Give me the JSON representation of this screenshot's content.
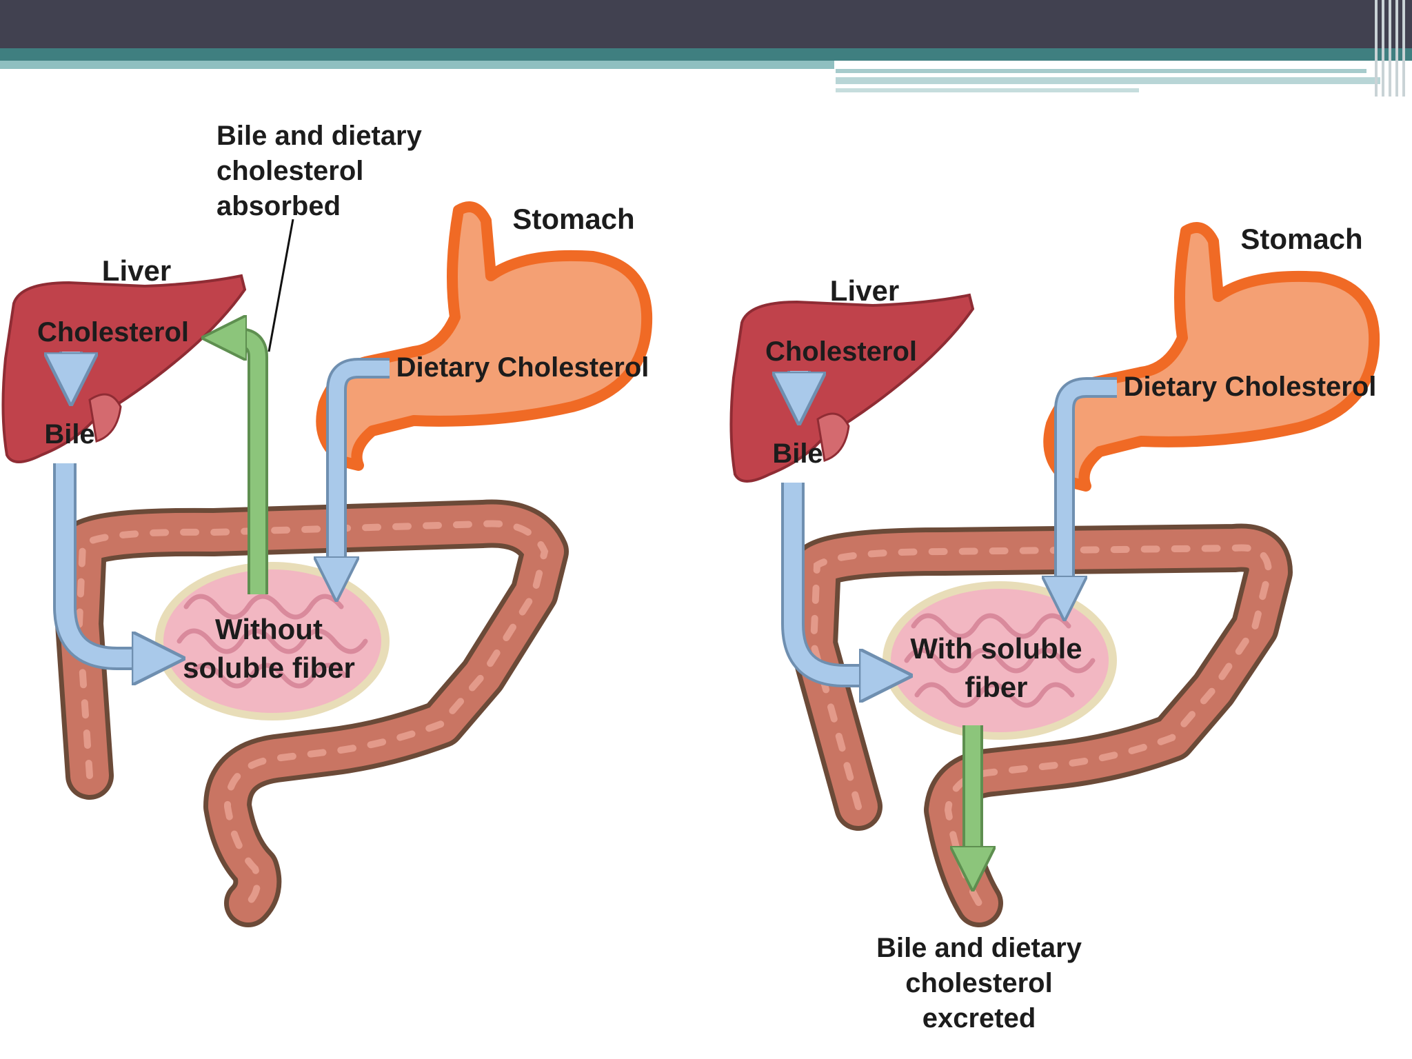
{
  "colors": {
    "header_dark": "#414150",
    "header_teal": "#3f7f80",
    "liver": "#c0424b",
    "stomach_outline": "#f06a25",
    "stomach_fill": "#f4a074",
    "colon": "#c97563",
    "small_intestine": "#f2b7c2",
    "arrow_blue": "#a9c9ea",
    "arrow_green": "#8cc57b"
  },
  "left_panel": {
    "stomach_label": "Stomach",
    "liver_label": "Liver",
    "cholesterol_label": "Cholesterol",
    "bile_label": "Bile",
    "dietary_label": "Dietary Cholesterol",
    "absorbed_label": [
      "Bile and dietary",
      "cholesterol",
      "absorbed"
    ],
    "fiber_label": [
      "Without",
      "soluble fiber"
    ]
  },
  "right_panel": {
    "stomach_label": "Stomach",
    "liver_label": "Liver",
    "cholesterol_label": "Cholesterol",
    "bile_label": "Bile",
    "dietary_label": "Dietary Cholesterol",
    "fiber_label": [
      "With soluble",
      "fiber"
    ],
    "excreted_label": [
      "Bile and dietary",
      "cholesterol",
      "excreted"
    ]
  },
  "icons": {
    "liver": "liver-icon",
    "stomach": "stomach-icon",
    "colon": "large-intestine-icon",
    "small_intestine": "small-intestine-icon"
  }
}
